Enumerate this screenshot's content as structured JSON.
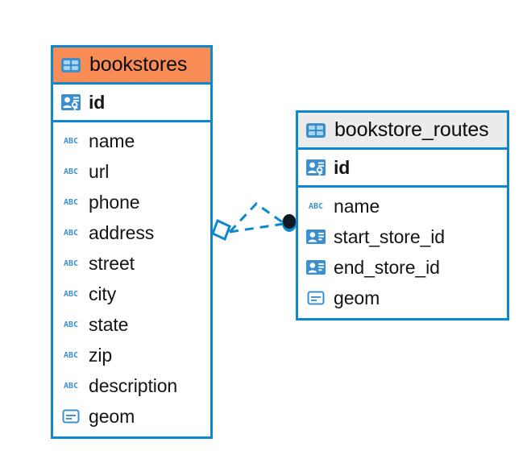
{
  "diagram": {
    "type": "entity-relationship-diagram",
    "background": "#ffffff",
    "accent_border": "#0d88cf",
    "entities": [
      {
        "name": "bookstores",
        "header_color": "#fa8c55",
        "header_icon": "table-icon",
        "primary_key": {
          "label": "id",
          "icon": "primary-key-icon"
        },
        "fields": [
          {
            "label": "name",
            "icon": "text-abc-icon"
          },
          {
            "label": "url",
            "icon": "text-abc-icon"
          },
          {
            "label": "phone",
            "icon": "text-abc-icon"
          },
          {
            "label": "address",
            "icon": "text-abc-icon"
          },
          {
            "label": "street",
            "icon": "text-abc-icon"
          },
          {
            "label": "city",
            "icon": "text-abc-icon"
          },
          {
            "label": "state",
            "icon": "text-abc-icon"
          },
          {
            "label": "zip",
            "icon": "text-abc-icon"
          },
          {
            "label": "description",
            "icon": "text-abc-icon"
          },
          {
            "label": "geom",
            "icon": "geometry-icon"
          }
        ]
      },
      {
        "name": "bookstore_routes",
        "header_color": "#ebebeb",
        "header_icon": "table-icon",
        "primary_key": {
          "label": "id",
          "icon": "primary-key-icon"
        },
        "fields": [
          {
            "label": "name",
            "icon": "text-abc-icon"
          },
          {
            "label": "start_store_id",
            "icon": "foreign-key-icon"
          },
          {
            "label": "end_store_id",
            "icon": "foreign-key-icon"
          },
          {
            "label": "geom",
            "icon": "geometry-icon"
          }
        ]
      }
    ],
    "relationship": {
      "from": "bookstores",
      "to": "bookstore_routes",
      "line_style": "dashed",
      "line_color": "#0d88cf",
      "source_marker": "diamond-marker",
      "target_marker": "filled-circle-marker"
    }
  }
}
